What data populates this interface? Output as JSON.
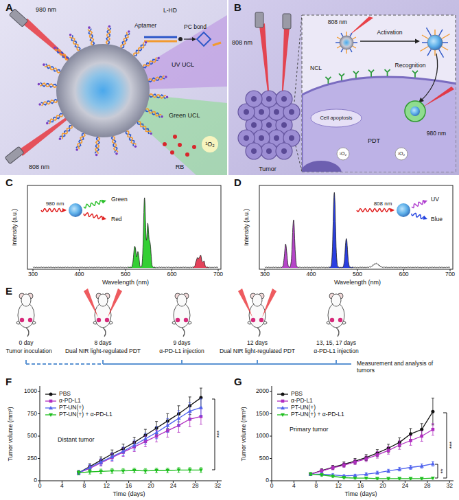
{
  "diagram": {
    "labels": [
      "A",
      "980 nm",
      "808 nm",
      "L-HD",
      "Aptamer",
      "PC bond",
      "UV UCL",
      "Green UCL",
      "RB",
      "¹O₂",
      "B",
      "808 nm",
      "Activation",
      "808 nm",
      "NCL",
      "Recognition",
      "980 nm",
      "Cell apoptosis",
      "PDT",
      "Tumor",
      "C",
      "Intensity (a.u.)",
      "300",
      "400",
      "500",
      "600",
      "700",
      "Wavelength (nm)",
      "980 nm",
      "Green",
      "Red",
      "D",
      "Intensity (a.u.)",
      "300",
      "400",
      "500",
      "600",
      "700",
      "Wavelength (nm)",
      "808 nm",
      "UV",
      "Blue",
      "E",
      "0 day",
      "Tumor inoculation",
      "8 days",
      "Dual NIR light-regulated PDT",
      "9 days",
      "α-PD-L1 injection",
      "12 days",
      "Dual NIR light-regulated PDT",
      "13, 15, 17 days",
      "α-PD-L1 injection",
      "Measurement and analysis of tumors",
      "F",
      "Tumor volume (mm³)",
      "0",
      "250",
      "500",
      "750",
      "1000",
      "0",
      "4",
      "8",
      "12",
      "16",
      "20",
      "24",
      "28",
      "32",
      "Time (days)",
      "Distant tumor",
      "***",
      "G",
      "Tumor volume (mm³)",
      "0",
      "500",
      "1000",
      "1500",
      "2000",
      "0",
      "4",
      "8",
      "12",
      "16",
      "20",
      "24",
      "28",
      "32",
      "Time (days)",
      "Primary tumor",
      "***",
      "**",
      "¹O₂",
      "¹O₂"
    ],
    "legend": [
      {
        "text": "PBS"
      },
      {
        "text": "α-PD-L1"
      },
      {
        "text": "PT-UN(+)"
      },
      {
        "text": "PT-UN(+) + α-PD-L1"
      },
      {
        "text": "PBS"
      },
      {
        "text": "α-PD-L1"
      },
      {
        "text": "PT-UN(+)"
      },
      {
        "text": "PT-UN(+) + α-PD-L1"
      }
    ]
  }
}
